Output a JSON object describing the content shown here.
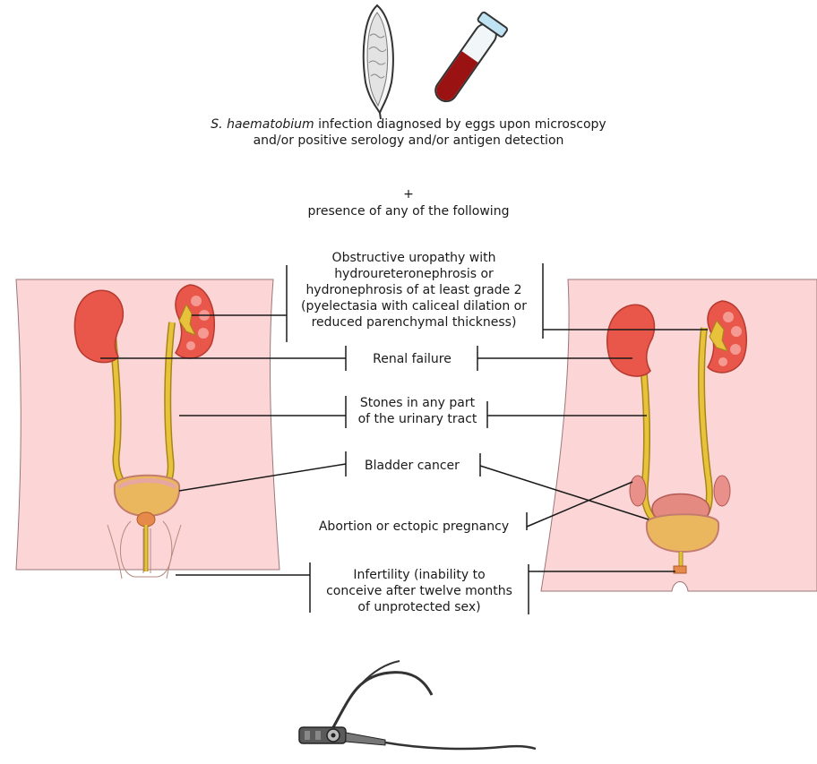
{
  "header": {
    "species": "S. haematobium",
    "diagnosis_line1": " infection diagnosed by eggs upon microscopy",
    "diagnosis_line2": "and/or positive serology and/or antigen detection",
    "plus": "+",
    "presence": "presence of any of the following"
  },
  "criteria": {
    "obstructive": [
      "Obstructive uropathy with",
      "hydroureteronephrosis or",
      "hydronephrosis of at least grade 2",
      "(pyelectasia with caliceal dilation or",
      "reduced parenchymal thickness)"
    ],
    "renal_failure": "Renal failure",
    "stones": [
      "Stones in any part",
      "of the urinary tract"
    ],
    "bladder_cancer": "Bladder cancer",
    "abortion": "Abortion or ectopic pregnancy",
    "infertility": [
      "Infertility (inability to",
      "conceive after twelve months",
      "of unprotected sex)"
    ]
  },
  "colors": {
    "body_fill": "#fcd6d6",
    "body_stroke": "#9b7777",
    "kidney": "#e9574a",
    "kidney_dark": "#c63c33",
    "ureter": "#e8c23a",
    "ureter_stroke": "#a4861a",
    "bladder": "#eab75e",
    "bladder_wall": "#e7a7a0",
    "blood": "#9b1212",
    "tube_cap": "#bfe3f3"
  }
}
